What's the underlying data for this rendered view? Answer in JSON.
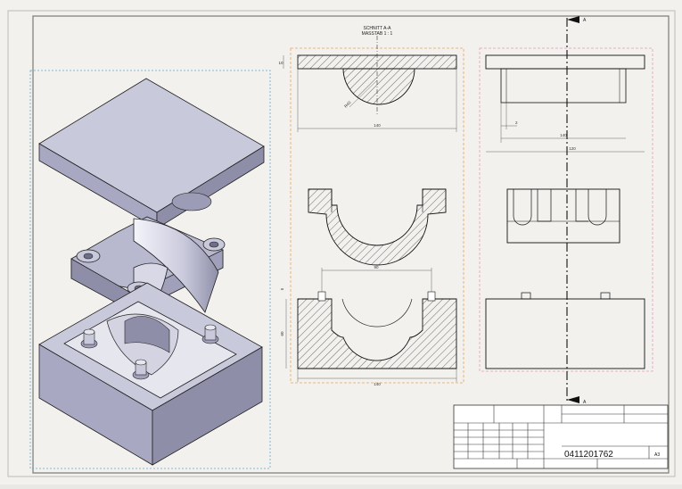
{
  "section": {
    "title": "SCHNITT A-A",
    "scale": "MASSTAB 1 : 1",
    "cut_label_top": "A",
    "cut_label_bottom": "A"
  },
  "dimensions": {
    "top_thickness": "10",
    "top_width": "140",
    "bore_radius": "R40",
    "cap_width_side": "140",
    "cap_depth_side": "2",
    "side_total": "120",
    "pin_spacing": "90",
    "pin_height": "5",
    "base_height": "60",
    "base_width": "140"
  },
  "title_block": {
    "drawing_number": "0411201762",
    "sheet_format": "A3"
  },
  "colors": {
    "sheet_bg": "#f2f1ed",
    "line": "#1a1a1a",
    "hatch": "#333333",
    "view_frame_blue": "#5aa9d6",
    "view_frame_orange": "#e8a35a",
    "view_frame_pink": "#e89ab8",
    "iso_top": "#c9c9dc",
    "iso_side": "#8e8ea8",
    "iso_front": "#a8a8c2"
  }
}
